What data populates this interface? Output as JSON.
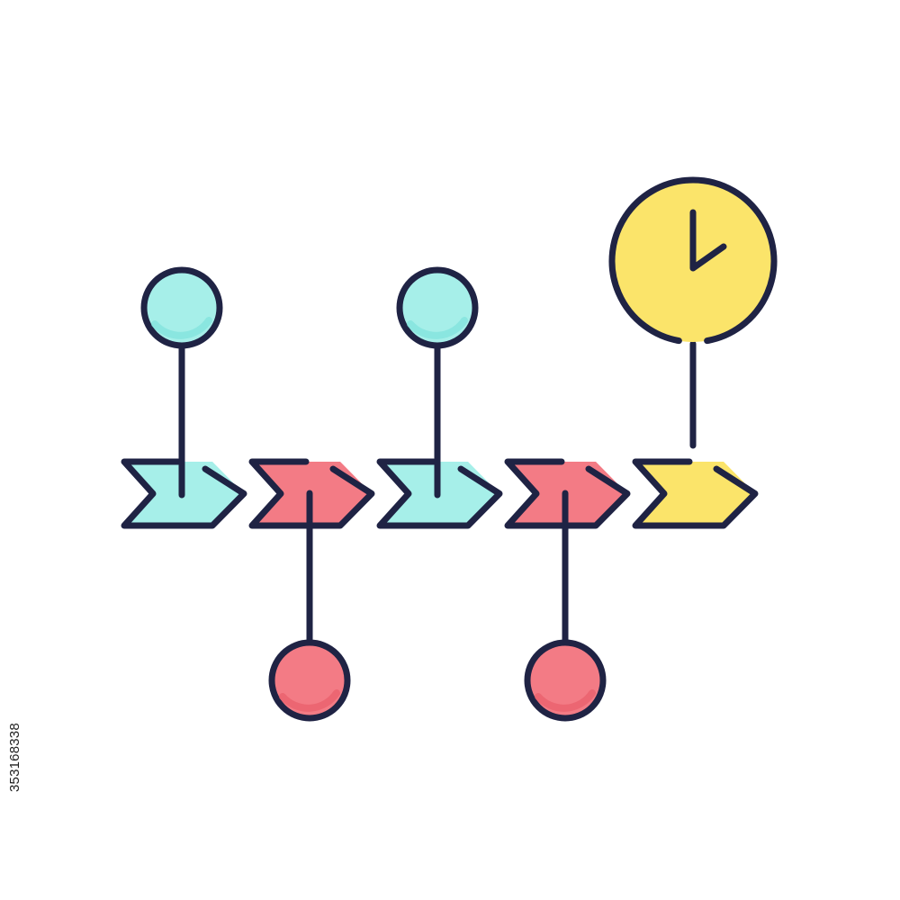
{
  "icon": {
    "name": "timeline-icon",
    "colors": {
      "outline": "#1f2344",
      "teal": "#a6efe9",
      "teal_shade": "#7fe3dc",
      "coral": "#f37b85",
      "coral_shade": "#e85e6a",
      "yellow": "#fbe46a",
      "background": "#ffffff"
    },
    "steps": [
      {
        "color": "teal",
        "marker": "above"
      },
      {
        "color": "coral",
        "marker": "below"
      },
      {
        "color": "teal",
        "marker": "above"
      },
      {
        "color": "coral",
        "marker": "below"
      },
      {
        "color": "yellow",
        "marker": "clock"
      }
    ]
  },
  "watermark": {
    "id_text": "353168338"
  }
}
